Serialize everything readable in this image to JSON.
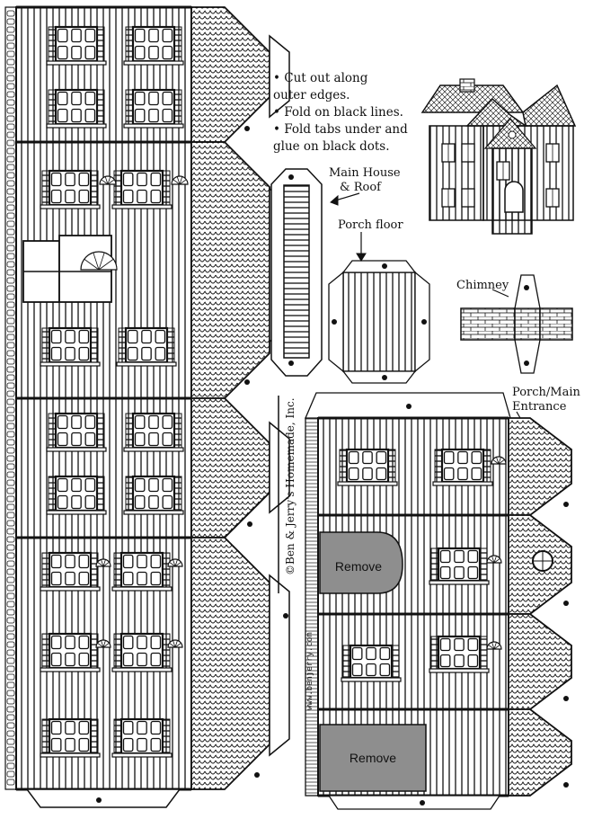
{
  "instructions": [
    "• Cut out along",
    "  outer edges.",
    "• Fold on black lines.",
    "• Fold tabs under and",
    "  glue on black dots."
  ],
  "labels": {
    "main_house": [
      "Main House",
      "& Roof"
    ],
    "porch_floor": "Porch floor",
    "chimney": "Chimney",
    "porch_main": [
      "Porch/Main",
      "Entrance"
    ],
    "copyright": "©Ben & Jerry's Homemade, Inc.",
    "website": "www.benjerry.com",
    "remove_1": "Remove",
    "remove_2": "Remove"
  },
  "colors": {
    "ink": "#111111",
    "remove_fill": "#8e8e8e",
    "paper": "#ffffff"
  }
}
